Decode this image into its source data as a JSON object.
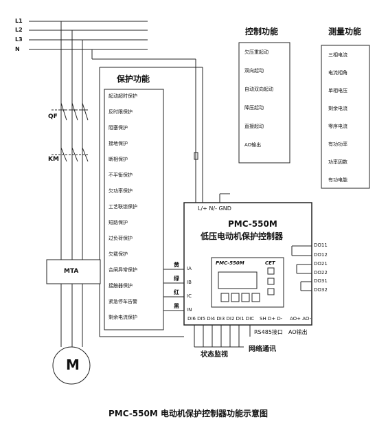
{
  "lines": [
    "L1",
    "L2",
    "L3",
    "N"
  ],
  "labels": {
    "qf": "QF",
    "km": "KM",
    "mta": "MTA",
    "motor": "M"
  },
  "protection": {
    "title": "保护功能",
    "items": [
      "起动超时保护",
      "反时限保护",
      "阻塞保护",
      "接地保护",
      "断相保护",
      "不平衡保护",
      "欠功率保护",
      "工艺联锁保护",
      "短路保护",
      "过负荷保护",
      "欠载保护",
      "合闸异常保护",
      "接触器保护",
      "紧急停车告警",
      "剩余电流保护"
    ]
  },
  "control": {
    "title": "控制功能",
    "items": [
      "欠压重起动",
      "双向起动",
      "自动双向起动",
      "降压起动",
      "直接起动",
      "AO输出"
    ]
  },
  "measure": {
    "title": "测量功能",
    "items": [
      "三相电流",
      "电流相角",
      "单相电压",
      "剩余电流",
      "零序电流",
      "有功功率",
      "功率因数",
      "有功电能"
    ]
  },
  "device": {
    "power_terminals": "L/+  N/-  GND",
    "model": "PMC-550M",
    "name": "低压电动机保护控制器",
    "panel_model": "PMC-550M",
    "panel_brand": "CET",
    "ct_inputs": [
      "IA",
      "IB",
      "IC",
      "IN"
    ],
    "di_terminals": "DI6  DI5  DI4  DI3  DI2  DI1  DIC",
    "comm_terminals": "SH   D+  D-",
    "ao_terminals": "AO+  AO-",
    "do_labels": [
      "DO11",
      "DO12",
      "DO21",
      "DO22",
      "DO31",
      "DO32"
    ]
  },
  "wire_colors": [
    "黄",
    "绿",
    "红",
    "黑"
  ],
  "captions": {
    "rs485": "RS485接口",
    "ao": "AO输出",
    "status": "状态监视",
    "network": "网络通讯"
  },
  "figure_caption": "PMC-550M 电动机保护控制器功能示意图"
}
